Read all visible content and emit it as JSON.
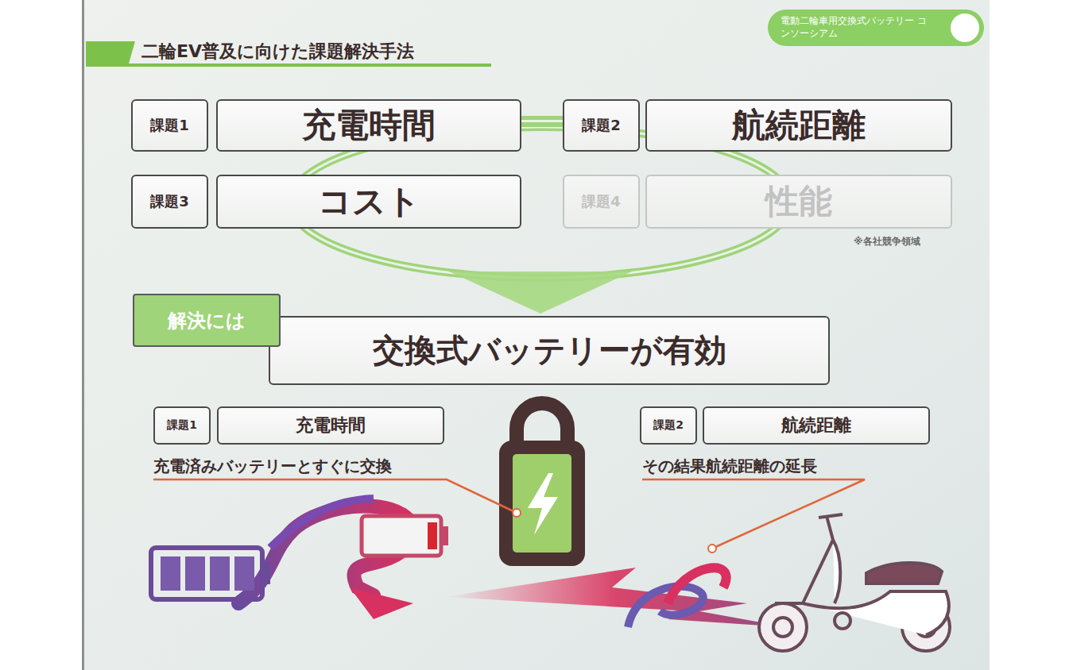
{
  "diagram": {
    "title": "二輪EV普及に向けた課題解決手法",
    "nodes": [
      {
        "text": [
          "電動二輪車用交換式バッテリー コンソーシアム"
        ]
      },
      {
        "text": [
          "課題1"
        ]
      },
      {
        "text": [
          "充電時間"
        ]
      },
      {
        "text": [
          "課題2"
        ]
      },
      {
        "text": [
          "航続距離"
        ]
      },
      {
        "text": [
          "課題3"
        ]
      },
      {
        "text": [
          "コスト"
        ]
      },
      {
        "text": [
          "課題4"
        ]
      },
      {
        "text": [
          "性能"
        ]
      },
      {
        "text": [
          "解決には"
        ]
      },
      {
        "text": [
          "交換式バッテリーが有効"
        ]
      },
      {
        "text": [
          "課題1"
        ]
      },
      {
        "text": [
          "充電時間"
        ]
      },
      {
        "text": [
          "課題2"
        ]
      },
      {
        "text": [
          "航続距離"
        ]
      }
    ],
    "labels": [
      "※各社競争領域",
      "充電済みバッテリーとすぐに交換",
      "その結果航続距離の延長"
    ]
  }
}
